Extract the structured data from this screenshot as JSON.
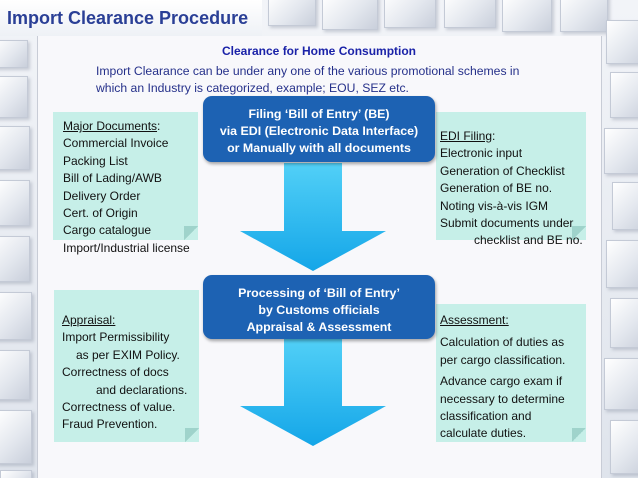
{
  "page_title": "Import Clearance Procedure",
  "subtitle": "Clearance for Home Consumption",
  "intro": [
    "Import Clearance can be under any one of the various promotional schemes in",
    "which an Industry is categorized, example; EOU, SEZ etc."
  ],
  "filing_box": [
    "Filing ‘Bill of Entry’ (BE)",
    "via EDI (Electronic Data Interface)",
    "or Manually with all documents"
  ],
  "processing_box": [
    "Processing of ‘Bill of Entry’",
    "by Customs officials",
    "Appraisal & Assessment"
  ],
  "major_documents": {
    "heading": "Major Documents",
    "heading_suffix": ":",
    "items": [
      "Commercial Invoice",
      "Packing List",
      "Bill of Lading/AWB",
      "Delivery Order",
      "Cert. of Origin",
      "Cargo catalogue",
      "Import/Industrial license"
    ]
  },
  "edi_filing": {
    "heading": "EDI Filing",
    "heading_suffix": ":",
    "items": [
      "Electronic input",
      "Generation of Checklist",
      "Generation of BE no.",
      "Noting vis-à-vis IGM",
      "Submit documents under",
      "checklist and BE no."
    ]
  },
  "appraisal": {
    "heading": "Appraisal:",
    "items": [
      "Import Permissibility",
      "as per EXIM Policy.",
      "Correctness of docs",
      "and declarations.",
      "Correctness of value.",
      "Fraud Prevention."
    ]
  },
  "assessment": {
    "heading": "Assessment:",
    "para1": [
      "Calculation of duties as",
      "per cargo classification."
    ],
    "para2": [
      "Advance cargo exam if",
      "necessary to determine",
      "classification and",
      "calculate duties."
    ]
  },
  "colors": {
    "title": "#2a3f96",
    "subtitle": "#1a22a8",
    "box": "#1d62b3",
    "note": "#c6efe8",
    "arrow": "#22b7f0"
  }
}
